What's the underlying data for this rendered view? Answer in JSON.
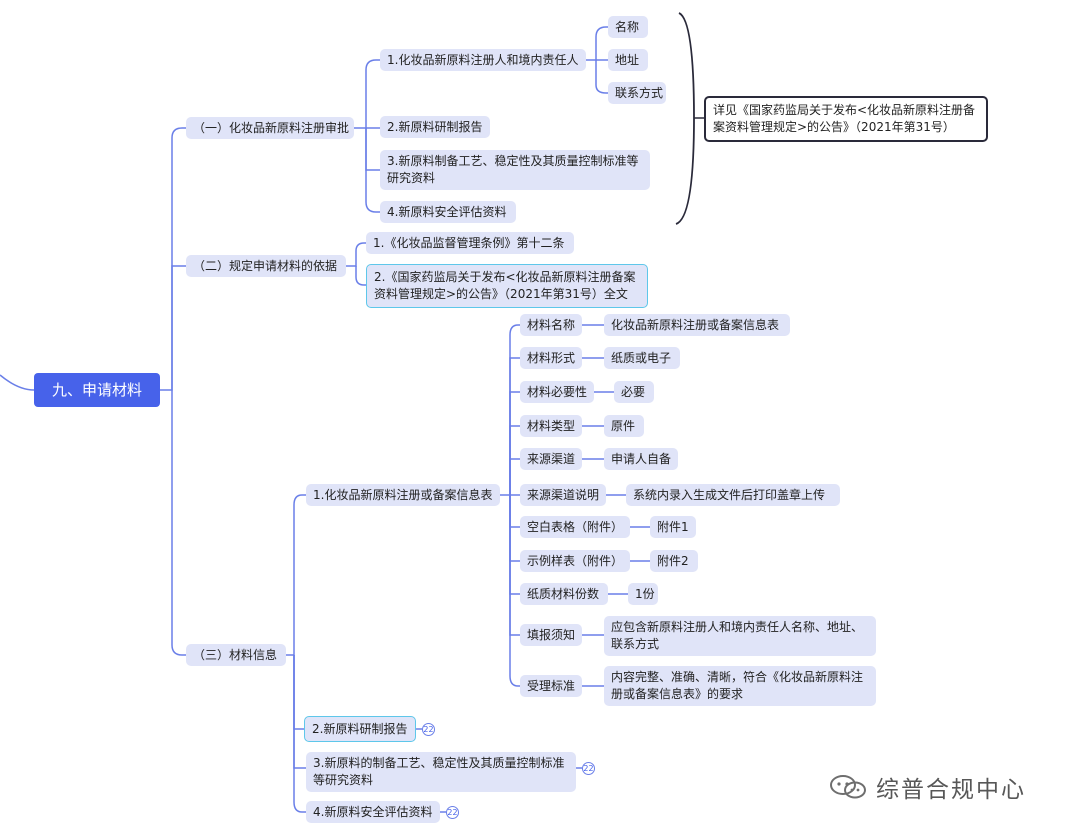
{
  "root": "九、申请材料",
  "branch1": {
    "label": "（一）化妆品新原料注册审批",
    "items": [
      "1.化妆品新原料注册人和境内责任人",
      "2.新原料研制报告",
      "3.新原料制备工艺、稳定性及其质量控制标准等研究资料",
      "4.新原料安全评估资料"
    ],
    "sub_items": [
      "名称",
      "地址",
      "联系方式"
    ],
    "note": "详见《国家药监局关于发布<化妆品新原料注册备案资料管理规定>的公告》（2021年第31号）"
  },
  "branch2": {
    "label": "（二）规定申请材料的依据",
    "items": [
      "1.《化妆品监督管理条例》第十二条",
      "2.《国家药监局关于发布<化妆品新原料注册备案资料管理规定>的公告》（2021年第31号）全文"
    ]
  },
  "branch3": {
    "label": "（三）材料信息",
    "item1": "1.化妆品新原料注册或备案信息表",
    "fields": [
      {
        "name": "材料名称",
        "value": "化妆品新原料注册或备案信息表"
      },
      {
        "name": "材料形式",
        "value": "纸质或电子"
      },
      {
        "name": "材料必要性",
        "value": "必要"
      },
      {
        "name": "材料类型",
        "value": "原件"
      },
      {
        "name": "来源渠道",
        "value": "申请人自备"
      },
      {
        "name": "来源渠道说明",
        "value": "系统内录入生成文件后打印盖章上传"
      },
      {
        "name": "空白表格（附件）",
        "value": "附件1"
      },
      {
        "name": "示例样表（附件）",
        "value": "附件2"
      },
      {
        "name": "纸质材料份数",
        "value": "1份"
      },
      {
        "name": "填报须知",
        "value": "应包含新原料注册人和境内责任人名称、地址、联系方式"
      },
      {
        "name": "受理标准",
        "value": "内容完整、准确、清晰，符合《化妆品新原料注册或备案信息表》的要求"
      }
    ],
    "collapsed_items": [
      {
        "label": "2.新原料研制报告",
        "count": "22"
      },
      {
        "label": "3.新原料的制备工艺、稳定性及其质量控制标准等研究资料",
        "count": "22"
      },
      {
        "label": "4.新原料安全评估资料",
        "count": "22"
      }
    ]
  },
  "watermark": "综普合规中心",
  "colors": {
    "connector": "#6a7fe8",
    "root": "#4762ea",
    "node": "#e0e4f8",
    "selected_border": "#5ec7ea",
    "note_border": "#2a2a3a"
  }
}
